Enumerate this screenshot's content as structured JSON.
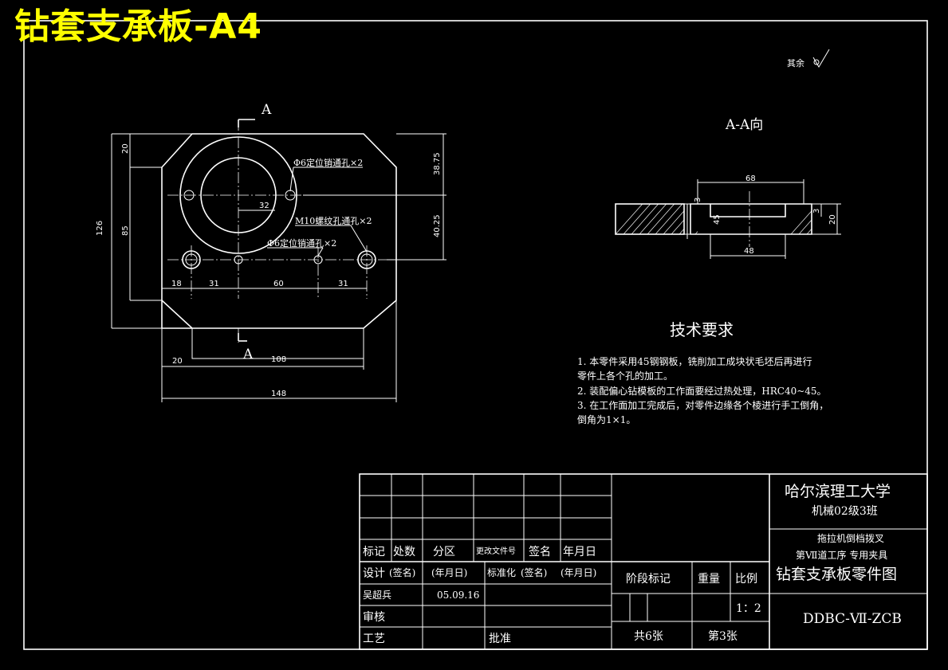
{
  "sheet_title": "钻套支承板-A4",
  "surface_note": "其余",
  "views": {
    "front": {
      "section_mark_top": "A",
      "section_mark_bottom": "A",
      "dims": {
        "d20_top": "20",
        "d38_75": "38.75",
        "d40_25": "40.25",
        "d32": "32",
        "d126": "126",
        "d85": "85",
        "d18": "18",
        "d31_left": "31",
        "d60": "60",
        "d31_right": "31",
        "d20_bottom": "20",
        "d108": "108",
        "d148": "148"
      },
      "callouts": {
        "pin_hole_top": "Φ6定位销通孔×2",
        "m10_hole": "M10螺纹孔通孔×2",
        "pin_hole_bottom": "Φ6定位销通孔×2"
      }
    },
    "section": {
      "title": "A-A向",
      "dims": {
        "d68": "68",
        "d48": "48",
        "d20": "20",
        "d3": "3",
        "d3_left": "3",
        "d45": "45"
      }
    }
  },
  "technical_requirements": {
    "title": "技术要求",
    "items": [
      "1.  本零件采用45钢钢板，铣削加工成块状毛坯后再进行",
      "     零件上各个孔的加工。",
      "2.  装配偏心钻模板的工作面要经过热处理，HRC40~45。",
      "3.  在工作面加工完成后，对零件边缘各个棱进行手工倒角，",
      "     倒角为1×1。"
    ]
  },
  "title_block": {
    "university": "哈尔滨理工大学",
    "class": "机械02级3班",
    "product": "拖拉机倒档拨叉",
    "process": "第Ⅶ道工序 专用夹具",
    "drawing_name": "钻套支承板零件图",
    "drawing_number": "DDBC-Ⅶ-ZCB",
    "headers": {
      "mark": "标记",
      "count": "处数",
      "zone": "分区",
      "change_doc": "更改文件号",
      "sign": "签名",
      "date": "年月日",
      "design": "设计",
      "sign_paren": "(签名)",
      "date_paren": "(年月日)",
      "standard": "标准化",
      "sign_paren2": "(签名)",
      "date_paren2": "(年月日)",
      "stage_mark": "阶段标记",
      "weight": "重量",
      "scale": "比例",
      "review": "审核",
      "craft": "工艺",
      "approve": "批准"
    },
    "designer": "吴超兵",
    "design_date": "05.09.16",
    "scale_value": "1：2",
    "total_sheets": "共6张",
    "sheet_no": "第3张"
  }
}
